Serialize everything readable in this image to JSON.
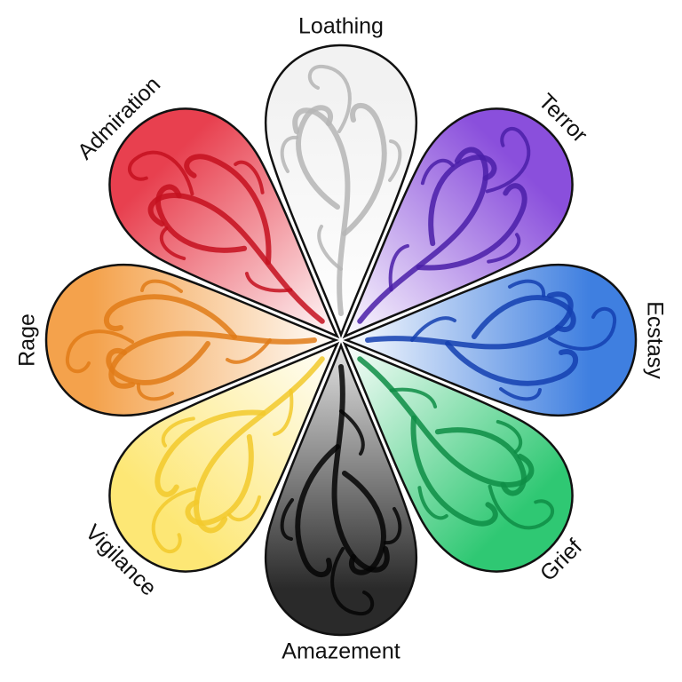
{
  "petals": [
    {
      "id": "loathing",
      "label": "Loathing",
      "color": "#f2f2f2",
      "swirl": "#b5b5b5"
    },
    {
      "id": "terror",
      "label": "Terror",
      "color": "#8a4fdc",
      "swirl": "#4a1ea8"
    },
    {
      "id": "ecstasy",
      "label": "Ecstasy",
      "color": "#3f7fe0",
      "swirl": "#1440b0"
    },
    {
      "id": "grief",
      "label": "Grief",
      "color": "#2fc873",
      "swirl": "#0e8d45"
    },
    {
      "id": "amazement",
      "label": "Amazement",
      "color": "#2a2a2a",
      "swirl": "#050505"
    },
    {
      "id": "vigilance",
      "label": "Vigilance",
      "color": "#fde775",
      "swirl": "#f2c92c"
    },
    {
      "id": "rage",
      "label": "Rage",
      "color": "#f4a24c",
      "swirl": "#e07b17"
    },
    {
      "id": "admiration",
      "label": "Admiration",
      "color": "#e8404f",
      "swirl": "#c4101f"
    }
  ]
}
